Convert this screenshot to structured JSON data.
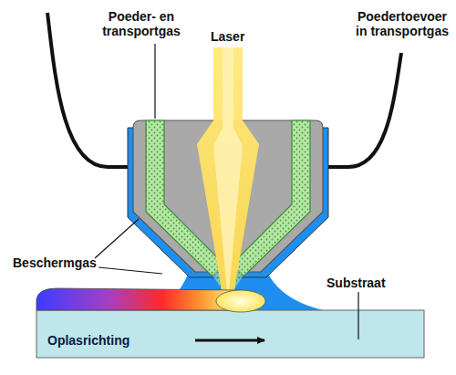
{
  "diagram": {
    "nodes": [
      {
        "text": [
          "Oplasrichting"
        ]
      }
    ],
    "labels": [
      "Poeder- en transportgas",
      "Laser",
      "Poedertoevoer in transportgas",
      "Beschermgas",
      "Substraat"
    ]
  }
}
